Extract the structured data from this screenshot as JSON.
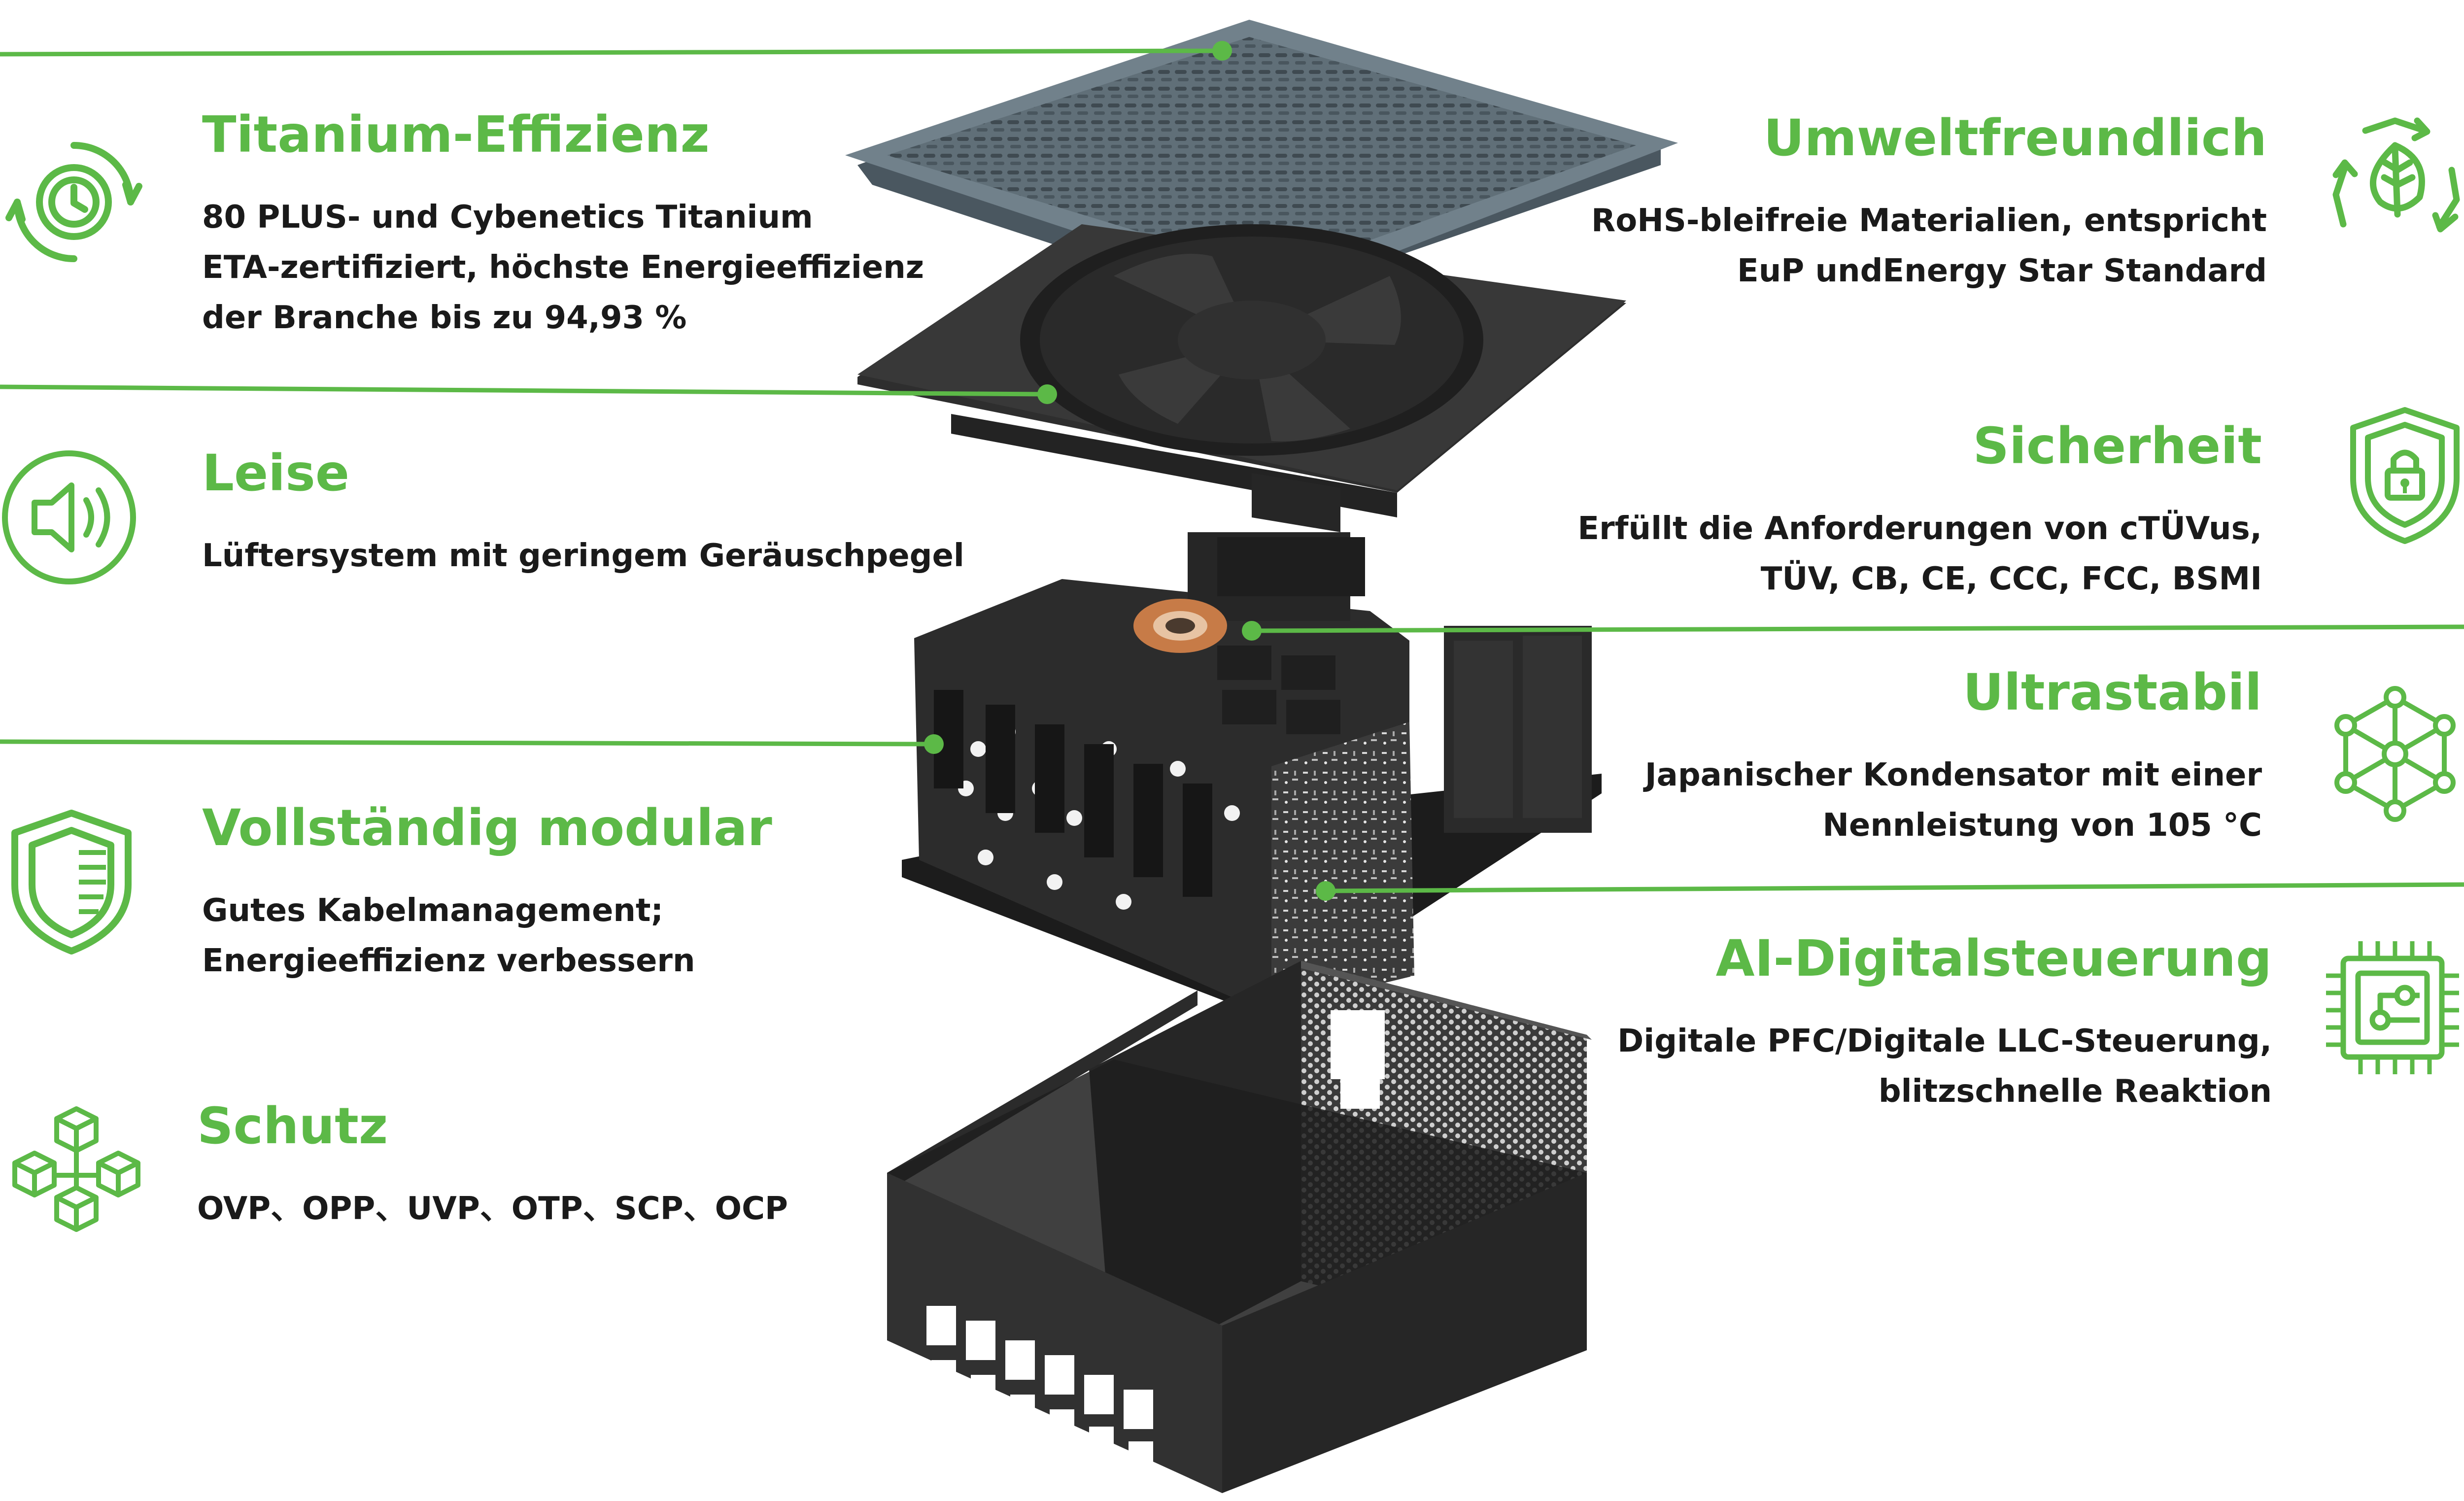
{
  "colors": {
    "accent": "#5cb947",
    "text": "#1a1a1a",
    "metal": "#2b2b2b",
    "cover": "#6f7e87"
  },
  "features": {
    "titanium": {
      "title": "Titanium-Effizienz",
      "lines": [
        "80 PLUS- und Cybenetics Titanium",
        "ETA-zertifiziert, höchste Energieeffizienz",
        "der Branche bis zu 94,93 %"
      ],
      "icon": "efficiency-gear-clock-icon"
    },
    "leise": {
      "title": "Leise",
      "lines": [
        "Lüftersystem mit geringem Geräuschpegel"
      ],
      "icon": "speaker-icon"
    },
    "modular": {
      "title": "Vollständig modular",
      "lines": [
        "Gutes Kabelmanagement;",
        "Energieeffizienz verbessern"
      ],
      "icon": "shield-stripes-icon"
    },
    "schutz": {
      "title": "Schutz",
      "lines": [
        "OVP、OPP、UVP、OTP、SCP、OCP"
      ],
      "icon": "cubes-network-icon"
    },
    "umwelt": {
      "title": "Umweltfreundlich",
      "lines": [
        "RoHS-bleifreie Materialien, entspricht",
        "EuP undEnergy Star Standard"
      ],
      "icon": "recycle-leaf-icon"
    },
    "sicherheit": {
      "title": "Sicherheit",
      "lines": [
        "Erfüllt die Anforderungen von cTÜVus,",
        "TÜV, CB, CE, CCC, FCC, BSMI"
      ],
      "icon": "shield-lock-icon"
    },
    "ultrastabil": {
      "title": "Ultrastabil",
      "lines": [
        "Japanischer Kondensator mit einer",
        "Nennleistung von 105 °C"
      ],
      "icon": "hexagon-network-icon"
    },
    "ai": {
      "title": "AI-Digitalsteuerung",
      "lines": [
        "Digitale PFC/Digitale LLC-Steuerung,",
        "blitzschnelle Reaktion"
      ],
      "icon": "chip-icon"
    }
  }
}
